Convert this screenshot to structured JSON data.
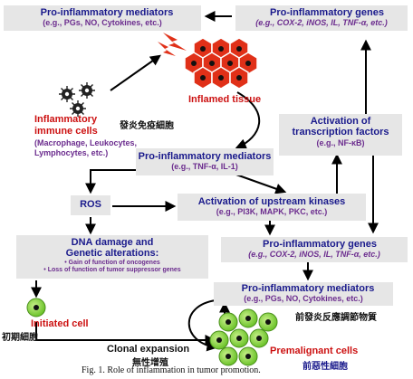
{
  "nodes": {
    "mediators_top": {
      "title": "Pro-inflammatory mediators",
      "sub": "(e.g., PGs, NO, Cytokines, etc.)"
    },
    "genes_top": {
      "title": "Pro-inflammatory genes",
      "sub": "(e.g., COX-2, iNOS, IL, TNF-α, etc.)"
    },
    "inflamed_tissue": {
      "label": "Inflamed tissue"
    },
    "immune_cells": {
      "title_line1": "Inflammatory",
      "title_line2": "immune cells",
      "sub_line1": "(Macrophage, Leukocytes,",
      "sub_line2": "Lymphocytes, etc.)",
      "cjk": "發炎免疫細胞"
    },
    "transcription": {
      "title_line1": "Activation of",
      "title_line2": "transcription factors",
      "sub": "(e.g., NF-κB)"
    },
    "mediators_mid": {
      "title": "Pro-inflammatory mediators",
      "sub": "(e.g., TNF-α, IL-1)"
    },
    "ros": {
      "label": "ROS"
    },
    "kinases": {
      "title": "Activation of upstream kinases",
      "sub": "(e.g., PI3K, MAPK, PKC, etc.)"
    },
    "dna": {
      "title_line1": "DNA damage and",
      "title_line2": "Genetic alterations:",
      "bullet1": "Gain of function of oncogenes",
      "bullet2": "Loss of function of tumor suppressor genes"
    },
    "genes_bottom": {
      "title": "Pro-inflammatory genes",
      "sub": "(e.g., COX-2, iNOS, IL, TNF-α, etc.)"
    },
    "mediators_bottom": {
      "title": "Pro-inflammatory mediators",
      "sub": "(e.g., PGs, NO, Cytokines, etc.)",
      "cjk": "前發炎反應調節物質"
    },
    "initiated": {
      "label": "Initiated cell",
      "cjk": "初期細胞"
    },
    "clonal": {
      "label": "Clonal expansion",
      "cjk": "無性增殖"
    },
    "premalignant": {
      "label": "Premalignant cells",
      "cjk": "前惡性細胞"
    }
  },
  "caption": "Fig. 1. Role of inflammation in tumor promotion.",
  "colors": {
    "title_blue": "#1a1a8c",
    "sub_purple": "#6b2c8e",
    "box_gray": "#e6e6e6",
    "red_text": "#cc1111",
    "up_arrow_red": "#d9341c",
    "tissue_red": "#e03018",
    "cell_green": "#86d93a"
  }
}
